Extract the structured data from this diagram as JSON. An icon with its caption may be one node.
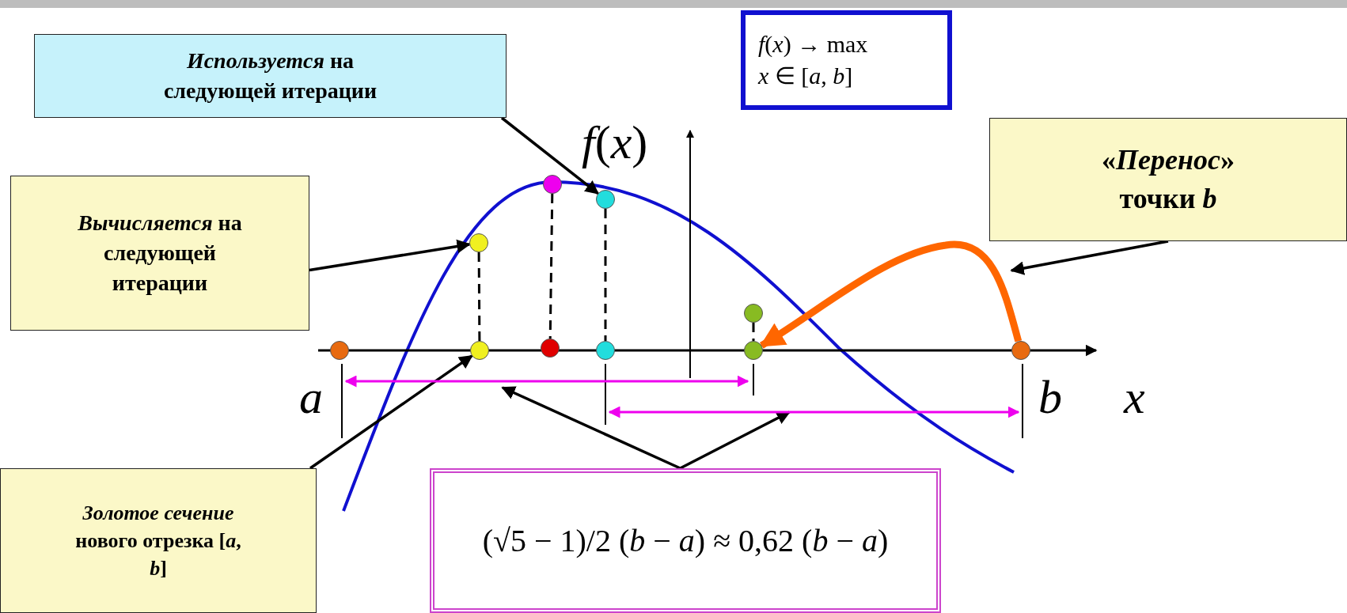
{
  "diagram": {
    "nodes": [
      {
        "text": [
          "*Используется* на следующей итерации"
        ]
      },
      {
        "text": [
          "*f*(*x*) → max",
          "*x* ∈ [*a*, *b*]"
        ]
      },
      {
        "text": [
          "«*Перенос*» точки *b*"
        ]
      },
      {
        "text": [
          "*Вычисляется* на следующей итерации"
        ]
      },
      {
        "text": [
          "*Золотое сечение* нового отрезка [*a*, *b*]"
        ]
      },
      {
        "text": [
          "(√5 − 1)/2 (*b* − *a*) ≈ 0,62 (*b* − *a*)"
        ]
      },
      {
        "text": [],
        "shape": "circle"
      },
      {
        "text": [],
        "shape": "circle"
      },
      {
        "text": [],
        "shape": "circle"
      },
      {
        "text": [],
        "shape": "circle"
      },
      {
        "text": [],
        "shape": "circle"
      },
      {
        "text": [],
        "shape": "circle"
      },
      {
        "text": [],
        "shape": "circle"
      },
      {
        "text": [],
        "shape": "circle"
      },
      {
        "text": [],
        "shape": "circle"
      },
      {
        "text": [],
        "shape": "circle"
      },
      {
        "text": [],
        "shape": "line"
      },
      {
        "text": [],
        "shape": "line"
      }
    ],
    "edges": [
      {
        "from": 0,
        "to": 6,
        "arrow": "to"
      },
      {
        "from": 3,
        "to": 7,
        "arrow": "to"
      },
      {
        "from": 4,
        "to": 8,
        "arrow": "to"
      },
      {
        "from": 10,
        "to": 9,
        "arrow": "to",
        "style": "thick",
        "color": "#ff6600"
      },
      {
        "from": 2,
        "to": null,
        "arrow": "to"
      },
      {
        "from": 5,
        "to": 16,
        "arrow": "to"
      },
      {
        "from": 5,
        "to": 17,
        "arrow": "to"
      },
      {
        "from": 7,
        "to": 8,
        "arrow": "none",
        "style": "dashed"
      },
      {
        "from": 11,
        "to": 12,
        "arrow": "none",
        "style": "dashed"
      },
      {
        "from": 6,
        "to": 13,
        "arrow": "none",
        "style": "dashed"
      },
      {
        "from": 14,
        "to": 9,
        "arrow": "none",
        "style": "dashed"
      }
    ],
    "labels": [
      "*f*(*x*)",
      "*a*",
      "*b*",
      "*x*"
    ]
  }
}
